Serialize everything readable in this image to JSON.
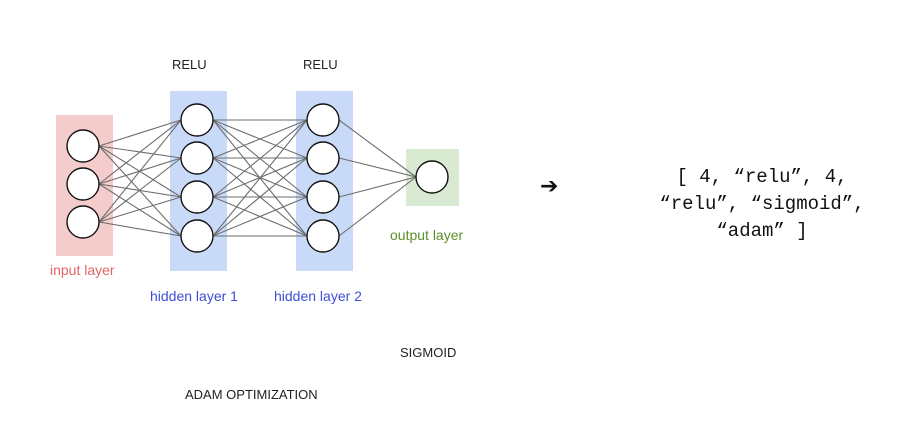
{
  "activations": {
    "hidden1": "RELU",
    "hidden2": "RELU",
    "output": "SIGMOID",
    "optimizer": "ADAM OPTIMIZATION"
  },
  "layers": [
    {
      "label": "input layer",
      "nodes": 3,
      "color": "#e06666",
      "fill": "#f4cccc"
    },
    {
      "label": "hidden layer 1",
      "nodes": 4,
      "color": "#3d4fd6",
      "fill": "#c9daf8"
    },
    {
      "label": "hidden layer 2",
      "nodes": 4,
      "color": "#3d4fd6",
      "fill": "#c9daf8"
    },
    {
      "label": "output layer",
      "nodes": 1,
      "color": "#5b8f29",
      "fill": "#d9ead3"
    }
  ],
  "arrow_icon": "right-arrow-icon",
  "code_lines": [
    "[ 4, “relu”, 4,",
    "“relu”, “sigmoid”,",
    "“adam” ]"
  ]
}
